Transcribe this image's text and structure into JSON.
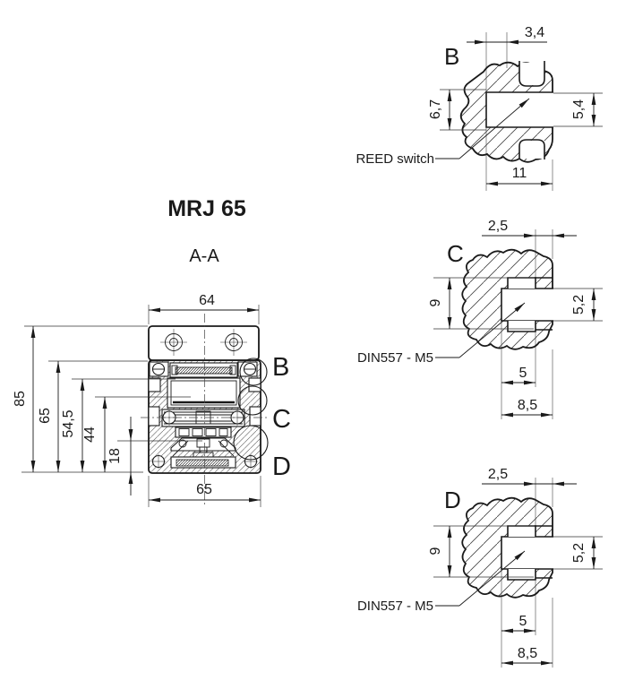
{
  "drawing": {
    "title": "MRJ 65",
    "section_label": "A-A",
    "line_color": "#1a1a1a",
    "background_color": "#ffffff",
    "main_view": {
      "dim_top_width": "64",
      "dim_bottom_width": "65",
      "dim_height_total": "85",
      "dim_height_body": "65",
      "dim_height_mid": "54,5",
      "dim_height_inner": "44",
      "dim_height_bottom": "18",
      "detail_marker_b": "B",
      "detail_marker_c": "C",
      "detail_marker_d": "D"
    },
    "detail_b": {
      "label": "B",
      "dim_top": "3,4",
      "dim_left": "6,7",
      "dim_right": "5,4",
      "dim_bottom": "11",
      "callout": "REED switch"
    },
    "detail_c": {
      "label": "C",
      "dim_top": "2,5",
      "dim_left": "9",
      "dim_right": "5,2",
      "dim_bottom_inner": "5",
      "dim_bottom_outer": "8,5",
      "callout": "DIN557 - M5"
    },
    "detail_d": {
      "label": "D",
      "dim_top": "2,5",
      "dim_left": "9",
      "dim_right": "5,2",
      "dim_bottom_inner": "5",
      "dim_bottom_outer": "8,5",
      "callout": "DIN557 - M5"
    }
  }
}
